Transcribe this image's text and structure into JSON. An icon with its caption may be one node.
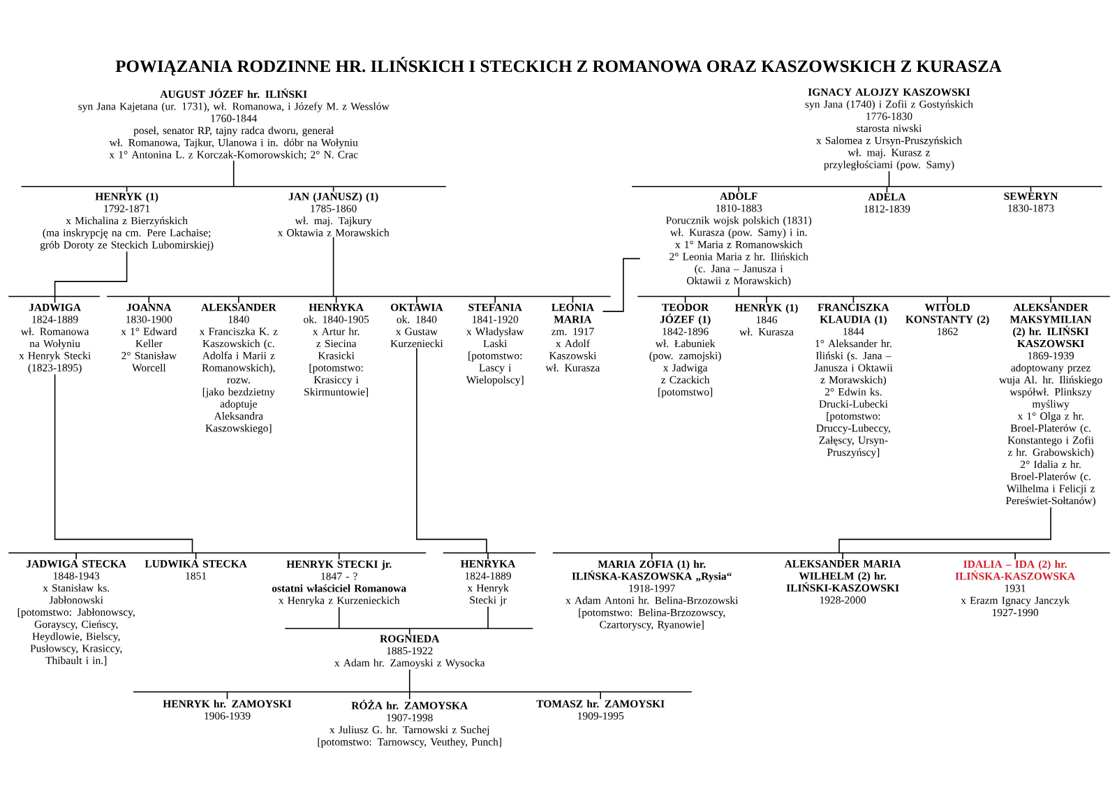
{
  "diagram": {
    "title": "POWIĄZANIA RODZINNE HR. ILIŃSKICH I STECKICH Z ROMANOWA ORAZ KASZOWSKICH Z KURASZA",
    "nodes": [
      {
        "text": [
          "AUGUST JÓZEF hr. ILIŃSKI",
          "syn Jana Kajetana (ur. 1731), wł. Romanowa, i Józefy M. z Wesslów",
          "1760-1844",
          "poseł, senator RP, tajny radca dworu, generał",
          "wł. Romanowa, Tajkur, Ulanowa i in. dóbr na Wołyniu",
          "x 1° Antonina L. z Korczak-Komorowskich; 2° N. Crac"
        ]
      },
      {
        "text": [
          "IGNACY ALOJZY KASZOWSKI",
          "syn Jana (1740) i Zofii z Gostyńskich",
          "1776-1830",
          "starosta niwski",
          "x Salomea z Ursyn-Pruszyńskich",
          "wł. maj. Kurasz z przyległościami (pow. Samy)"
        ]
      },
      {
        "text": [
          "HENRYK (1)",
          "1792-1871",
          "x Michalina z Bierzyńskich",
          "(ma inskrypcję na cm. Pere Lachaise; grób Doroty ze Steckich Lubomirskiej)"
        ]
      },
      {
        "text": [
          "JAN (JANUSZ) (1)",
          "1785-1860",
          "wł. maj. Tajkury",
          "x Oktawia z Morawskich"
        ]
      },
      {
        "text": [
          "ADOLF",
          "1810-1883",
          "Porucznik wojsk polskich (1831)",
          "wł. Kurasza (pow. Samy) i in.",
          "x 1° Maria z Romanowskich",
          "2° Leonia Maria z hr. Ilińskich",
          "(c. Jana – Janusza i Oktawii z Morawskich)"
        ]
      },
      {
        "text": [
          "ADELA",
          "1812-1839"
        ]
      },
      {
        "text": [
          "SEWERYN",
          "1830-1873"
        ]
      },
      {
        "text": [
          "JADWIGA",
          "1824-1889",
          "wł. Romanowa na Wołyniu",
          "x Henryk Stecki",
          "(1823-1895)"
        ]
      },
      {
        "text": [
          "JOANNA",
          "1830-1900",
          "x 1° Edward Keller",
          "2° Stanisław Worcell"
        ]
      },
      {
        "text": [
          "ALEKSANDER",
          "1840",
          "x Franciszka K. z Kaszowskich (c. Adolfa i Marii z Romanowskich), rozw.",
          "[jako bezdzietny adoptuje Aleksandra Kaszowskiego]"
        ]
      },
      {
        "text": [
          "HENRYKA",
          "ok. 1840-1905",
          "x Artur hr. z Siecina Krasicki",
          "[potomstwo: Krasiccy i Skirmuntowie]"
        ]
      },
      {
        "text": [
          "OKTAWIA",
          "ok. 1840",
          "x Gustaw Kurzeniecki"
        ]
      },
      {
        "text": [
          "STEFANIA",
          "1841-1920",
          "x Władysław Laski",
          "[potomstwo: Lascy i Wielopolscy]"
        ]
      },
      {
        "text": [
          "LEONIA MARIA",
          "zm. 1917",
          "x Adolf Kaszowski",
          "wł. Kurasza"
        ]
      },
      {
        "text": [
          "TEODOR JÓZEF (1)",
          "1842-1896",
          "wł. Łabuniek (pow. zamojski)",
          "x Jadwiga z Czackich",
          "[potomstwo]"
        ]
      },
      {
        "text": [
          "HENRYK (1)",
          "1846",
          "wł. Kurasza"
        ]
      },
      {
        "text": [
          "FRANCISZKA KLAUDIA (1)",
          "1844",
          "1° Aleksander hr. Iliński (s. Jana – Janusza i Oktawii z Morawskich)",
          "2° Edwin ks. Drucki-Lubecki",
          "[potomstwo: Druccy-Lubeccy, Załęscy, Ursyn-Pruszyńscy]"
        ]
      },
      {
        "text": [
          "WITOLD KONSTANTY (2)",
          "1862"
        ]
      },
      {
        "text": [
          "ALEKSANDER MAKSYMILIAN (2) hr. ILIŃSKI KASZOWSKI",
          "1869-1939",
          "adoptowany przez wuja Al. hr. Ilińskiego",
          "współwł. Plinkszy",
          "myśliwy",
          "x 1° Olga z hr. Broel-Platerów (c. Konstantego i Zofii z hr. Grabowskich)",
          "2° Idalia z hr. Broel-Platerów (c. Wilhelma i Felicji z Pereświet-Sołtanów)"
        ]
      },
      {
        "text": [
          "JADWIGA STECKA",
          "1848-1943",
          "x Stanisław ks. Jabłonowski",
          "[potomstwo: Jabłonowscy, Gorayscy, Cieńscy, Heydlowie, Bielscy, Pusłowscy, Krasiccy, Thibault i in.]"
        ]
      },
      {
        "text": [
          "LUDWIKA STECKA",
          "1851"
        ]
      },
      {
        "text": [
          "HENRYK STECKI jr.",
          "1847 - ?",
          "ostatni właściciel Romanowa",
          "x Henryka z Kurzenieckich"
        ]
      },
      {
        "text": [
          "HENRYKA",
          "1824-1889",
          "x Henryk Stecki jr"
        ]
      },
      {
        "text": [
          "MARIA ZOFIA (1) hr. ILIŃSKA-KASZOWSKA „Rysia“",
          "1918-1997",
          "x Adam Antoni hr. Belina-Brzozowski",
          "[potomstwo: Belina-Brzozowscy, Czartoryscy, Ryanowie]"
        ]
      },
      {
        "text": [
          "ALEKSANDER MARIA WILHELM (2) hr. ILIŃSKI-KASZOWSKI",
          "1928-2000"
        ]
      },
      {
        "text": [
          "IDALIA – IDA (2) hr. ILIŃSKA-KASZOWSKA",
          "1931",
          "x Erazm Ignacy Janczyk",
          "1927-1990"
        ]
      },
      {
        "text": [
          "ROGNIEDA",
          "1885-1922",
          "x Adam hr. Zamoyski z Wysocka"
        ]
      },
      {
        "text": [
          "HENRYK hr. ZAMOYSKI",
          "1906-1939"
        ]
      },
      {
        "text": [
          "RÓŻA hr. ZAMOYSKA",
          "1907-1998",
          "x Juliusz G. hr. Tarnowski z Suchej",
          "[potomstwo: Tarnowscy, Veuthey, Punch]"
        ]
      },
      {
        "text": [
          "TOMASZ hr. ZAMOYSKI",
          "1909-1995"
        ]
      }
    ],
    "edges": [
      {
        "from": 0,
        "to": 2,
        "arrow": "none"
      },
      {
        "from": 0,
        "to": 3,
        "arrow": "none"
      },
      {
        "from": 1,
        "to": 4,
        "arrow": "none"
      },
      {
        "from": 1,
        "to": 5,
        "arrow": "none"
      },
      {
        "from": 1,
        "to": 6,
        "arrow": "none"
      },
      {
        "from": 2,
        "to": 7,
        "arrow": "none"
      },
      {
        "from": 3,
        "to": 8,
        "arrow": "none"
      },
      {
        "from": 3,
        "to": 9,
        "arrow": "none"
      },
      {
        "from": 3,
        "to": 10,
        "arrow": "none"
      },
      {
        "from": 3,
        "to": 11,
        "arrow": "none"
      },
      {
        "from": 3,
        "to": 12,
        "arrow": "none"
      },
      {
        "from": 3,
        "to": 13,
        "arrow": "none"
      },
      {
        "from": 13,
        "to": 4,
        "arrow": "none"
      },
      {
        "from": 4,
        "to": 14,
        "arrow": "none"
      },
      {
        "from": 4,
        "to": 15,
        "arrow": "none"
      },
      {
        "from": 4,
        "to": 16,
        "arrow": "none"
      },
      {
        "from": 4,
        "to": 17,
        "arrow": "none"
      },
      {
        "from": 4,
        "to": 18,
        "arrow": "none"
      },
      {
        "from": 7,
        "to": 19,
        "arrow": "none"
      },
      {
        "from": 7,
        "to": 20,
        "arrow": "none"
      },
      {
        "from": 7,
        "to": 21,
        "arrow": "none"
      },
      {
        "from": 11,
        "to": 22,
        "arrow": "none"
      },
      {
        "from": 21,
        "to": 26,
        "arrow": "none"
      },
      {
        "from": 22,
        "to": 26,
        "arrow": "none"
      },
      {
        "from": 18,
        "to": 23,
        "arrow": "none"
      },
      {
        "from": 18,
        "to": 24,
        "arrow": "none"
      },
      {
        "from": 18,
        "to": 25,
        "arrow": "none"
      },
      {
        "from": 26,
        "to": 27,
        "arrow": "none"
      },
      {
        "from": 26,
        "to": 28,
        "arrow": "none"
      },
      {
        "from": 26,
        "to": 29,
        "arrow": "none"
      }
    ]
  }
}
